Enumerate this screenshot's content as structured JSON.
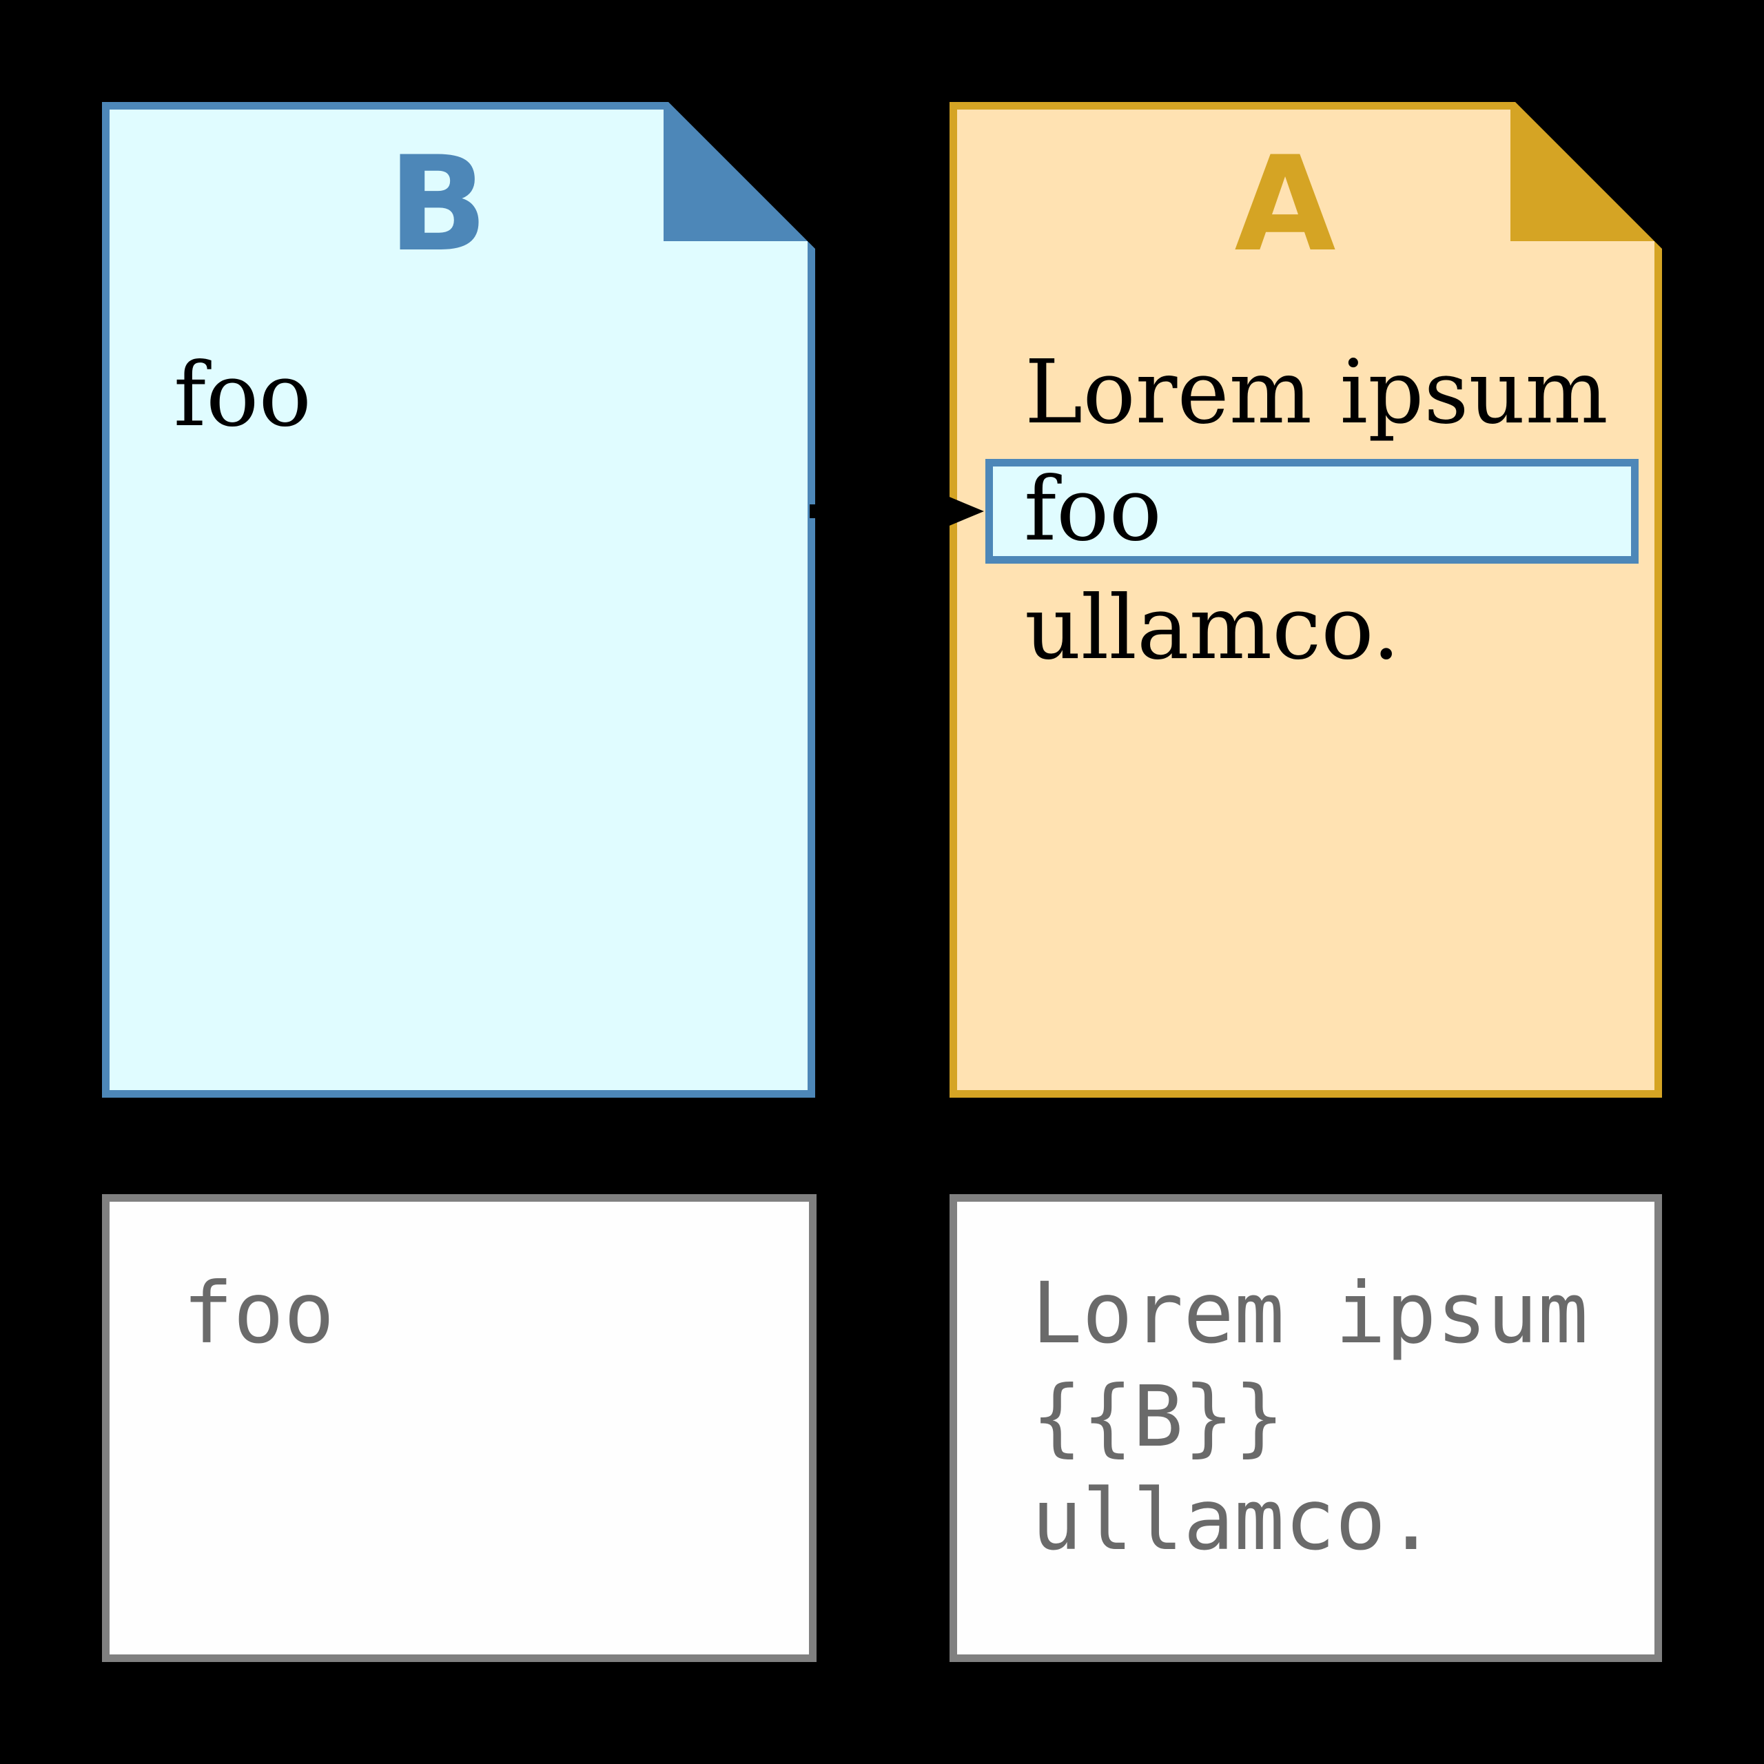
{
  "doc_b": {
    "title": "B",
    "body_text": "foo"
  },
  "doc_a": {
    "title": "A",
    "line_before": "Lorem ipsum",
    "transcluded_text": "foo",
    "line_after": "ullamco."
  },
  "code_b": {
    "lines": [
      "foo"
    ]
  },
  "code_a": {
    "lines": [
      "Lorem ipsum",
      "{{B}}",
      "ullamco."
    ]
  },
  "colors": {
    "background": "#000000",
    "doc_b_border": "#4D87B8",
    "doc_b_fill": "#E0FCFF",
    "doc_a_border": "#D5A424",
    "doc_a_fill": "#FFE2B2",
    "transclusion_box_border": "#4D87B8",
    "transclusion_box_fill": "#E0FCFF",
    "code_box_border": "#808080",
    "code_box_fill": "#FEFEFE",
    "code_text": "#6A6A6A",
    "doc_text": "#000000",
    "arrow": "#000000"
  }
}
